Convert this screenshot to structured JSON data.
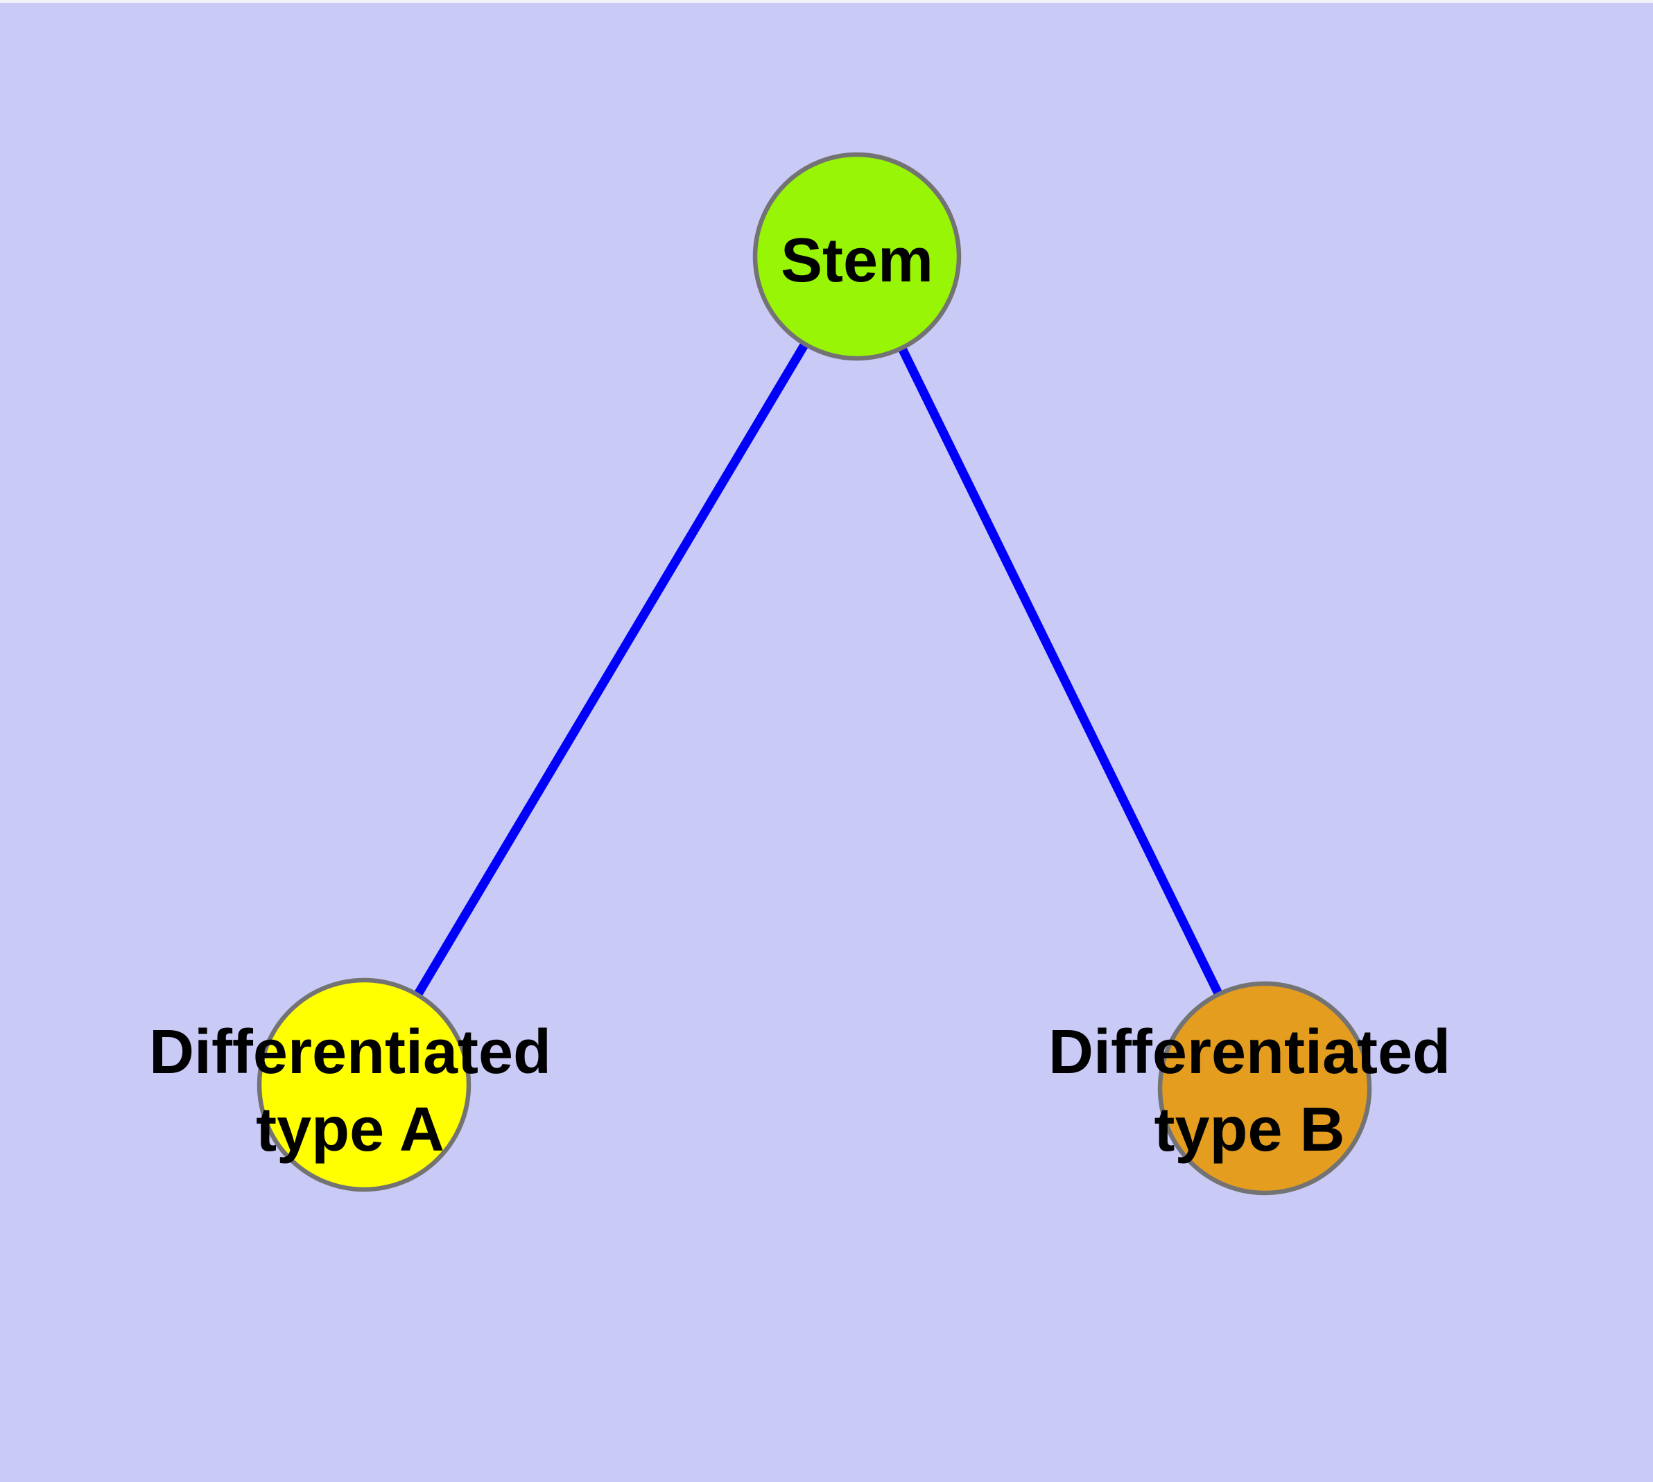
{
  "diagram": {
    "description": "Stem cell differentiation graph: one stem node connected to two differentiated cell type nodes",
    "background_color": "#CACAF7",
    "edge_color": "#0000FA",
    "node_border_color": "#737373",
    "label_color": "#000000",
    "nodes": [
      {
        "id": "stem",
        "label": "Stem",
        "fill": "#97F505"
      },
      {
        "id": "differentiated-type-a",
        "label_line1": "Differentiated",
        "label_line2": "type A",
        "fill": "#FFFF00"
      },
      {
        "id": "differentiated-type-b",
        "label_line1": "Differentiated",
        "label_line2": "type B",
        "fill": "#E59D20"
      }
    ],
    "edges": [
      {
        "from": "Stem",
        "to": "Differentiated type A"
      },
      {
        "from": "Stem",
        "to": "Differentiated type B"
      }
    ]
  }
}
